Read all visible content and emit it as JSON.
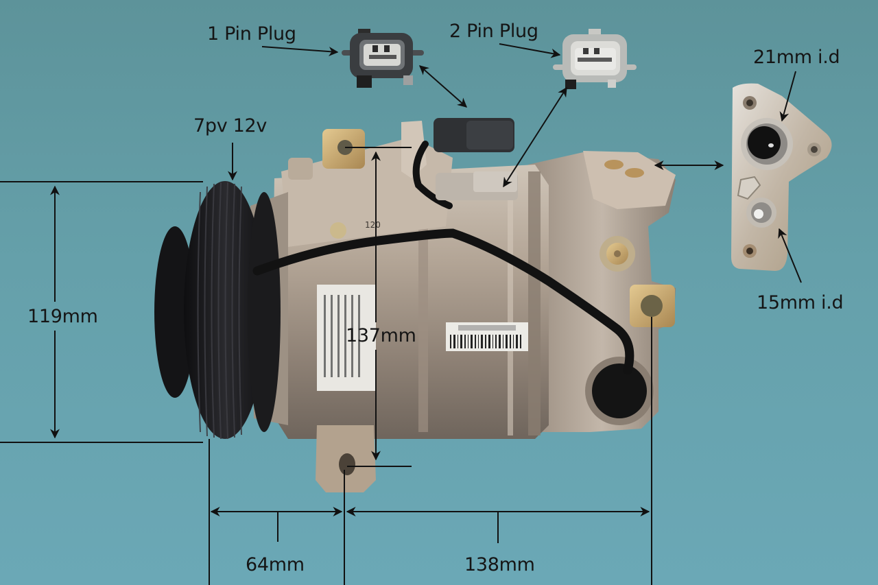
{
  "photo": {
    "subject": "A/C compressor with manifold plate and connector plugs",
    "background_color": "#65a0aa"
  },
  "annotations": {
    "one_pin_plug": "1 Pin Plug",
    "two_pin_plug": "2 Pin Plug",
    "pulley_spec": "7pv 12v",
    "pulley_diameter": "119mm",
    "mount_spacing_vertical": "137mm",
    "pulley_to_mount": "64mm",
    "mount_to_rear_mount": "138mm",
    "large_port_id": "21mm i.d",
    "small_port_id": "15mm i.d"
  },
  "colors": {
    "annotation_line": "#111111",
    "pulley": "#1a1a1c",
    "body_metal": "#a89a8c",
    "body_highlight": "#d8cfc4",
    "brass": "#c9a770",
    "plug_dark": "#3a3d40",
    "plug_light": "#c9c9c6"
  }
}
